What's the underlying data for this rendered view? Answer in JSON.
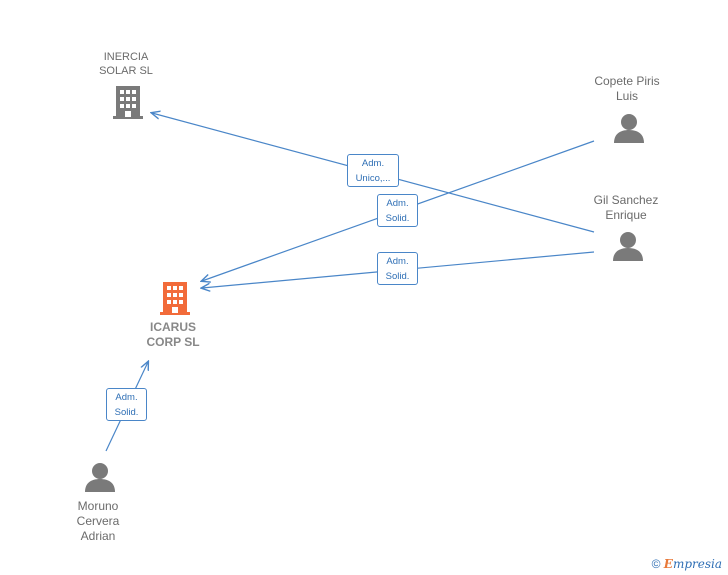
{
  "nodes": {
    "inercia": {
      "label": "INERCIA\nSOLAR  SL",
      "color": "#7a7a7a"
    },
    "icarus": {
      "label": "ICARUS\nCORP  SL",
      "color": "#f26b3a"
    },
    "copete": {
      "label": "Copete Piris\nLuis",
      "color": "#7a7a7a"
    },
    "gil": {
      "label": "Gil Sanchez\nEnrique",
      "color": "#7a7a7a"
    },
    "moruno": {
      "label": "Moruno\nCervera\nAdrian",
      "color": "#7a7a7a"
    }
  },
  "edges": {
    "gil_inercia": {
      "line1": "Adm.",
      "line2": "Unico,..."
    },
    "copete_icarus": {
      "line1": "Adm.",
      "line2": "Solid."
    },
    "gil_icarus": {
      "line1": "Adm.",
      "line2": "Solid."
    },
    "moruno_icarus": {
      "line1": "Adm.",
      "line2": "Solid."
    }
  },
  "edge_color": "#4a86c8",
  "copyright": {
    "symbol": "©",
    "e": "E",
    "brand": "mpresia"
  }
}
